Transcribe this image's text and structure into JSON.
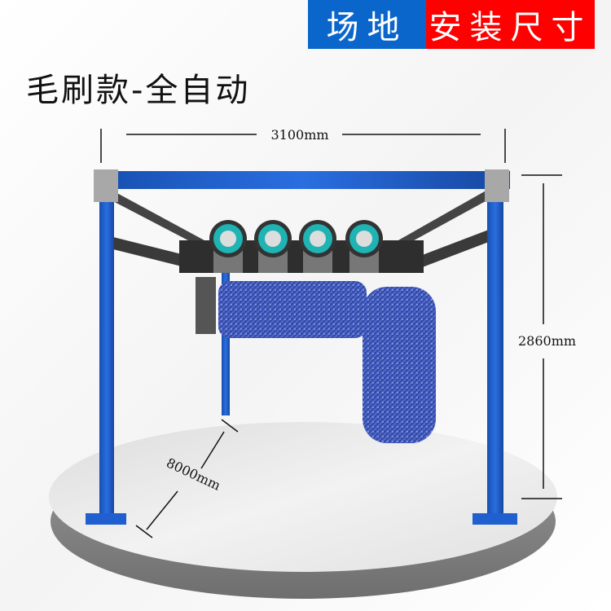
{
  "header": {
    "badge_left": "场地",
    "badge_right": "安装尺寸"
  },
  "title": "毛刷款-全自动",
  "dimensions": {
    "width": "3100mm",
    "height": "2860mm",
    "length": "8000mm"
  },
  "colors": {
    "badge_left": "#0b66cc",
    "badge_right": "#ff0000",
    "frame": "#1f5fd0",
    "brush": "#4a64c8",
    "fan": "#1fb3b3"
  }
}
